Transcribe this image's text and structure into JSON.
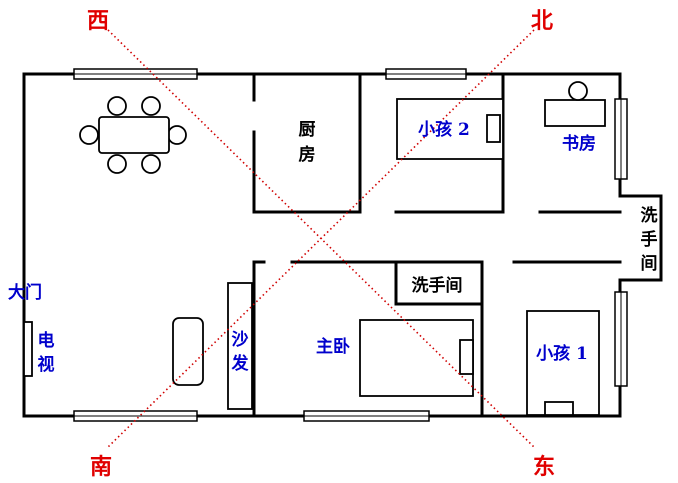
{
  "directions": {
    "west": "西",
    "north": "北",
    "south": "南",
    "east": "东"
  },
  "rooms": {
    "kitchen": [
      "厨",
      "房"
    ],
    "child2": "小孩 2",
    "study": "书房",
    "bathroom_right": [
      "洗",
      "手",
      "间"
    ],
    "bathroom_center": "洗手间",
    "main_door": "大门",
    "tv": [
      "电",
      "视"
    ],
    "sofa": [
      "沙",
      "发"
    ],
    "master_bedroom": "主卧",
    "child1": "小孩 1"
  },
  "colors": {
    "direction_text": "#e00000",
    "room_text": "#0000cc",
    "wall": "#000000",
    "axis_line": "#d00000"
  }
}
